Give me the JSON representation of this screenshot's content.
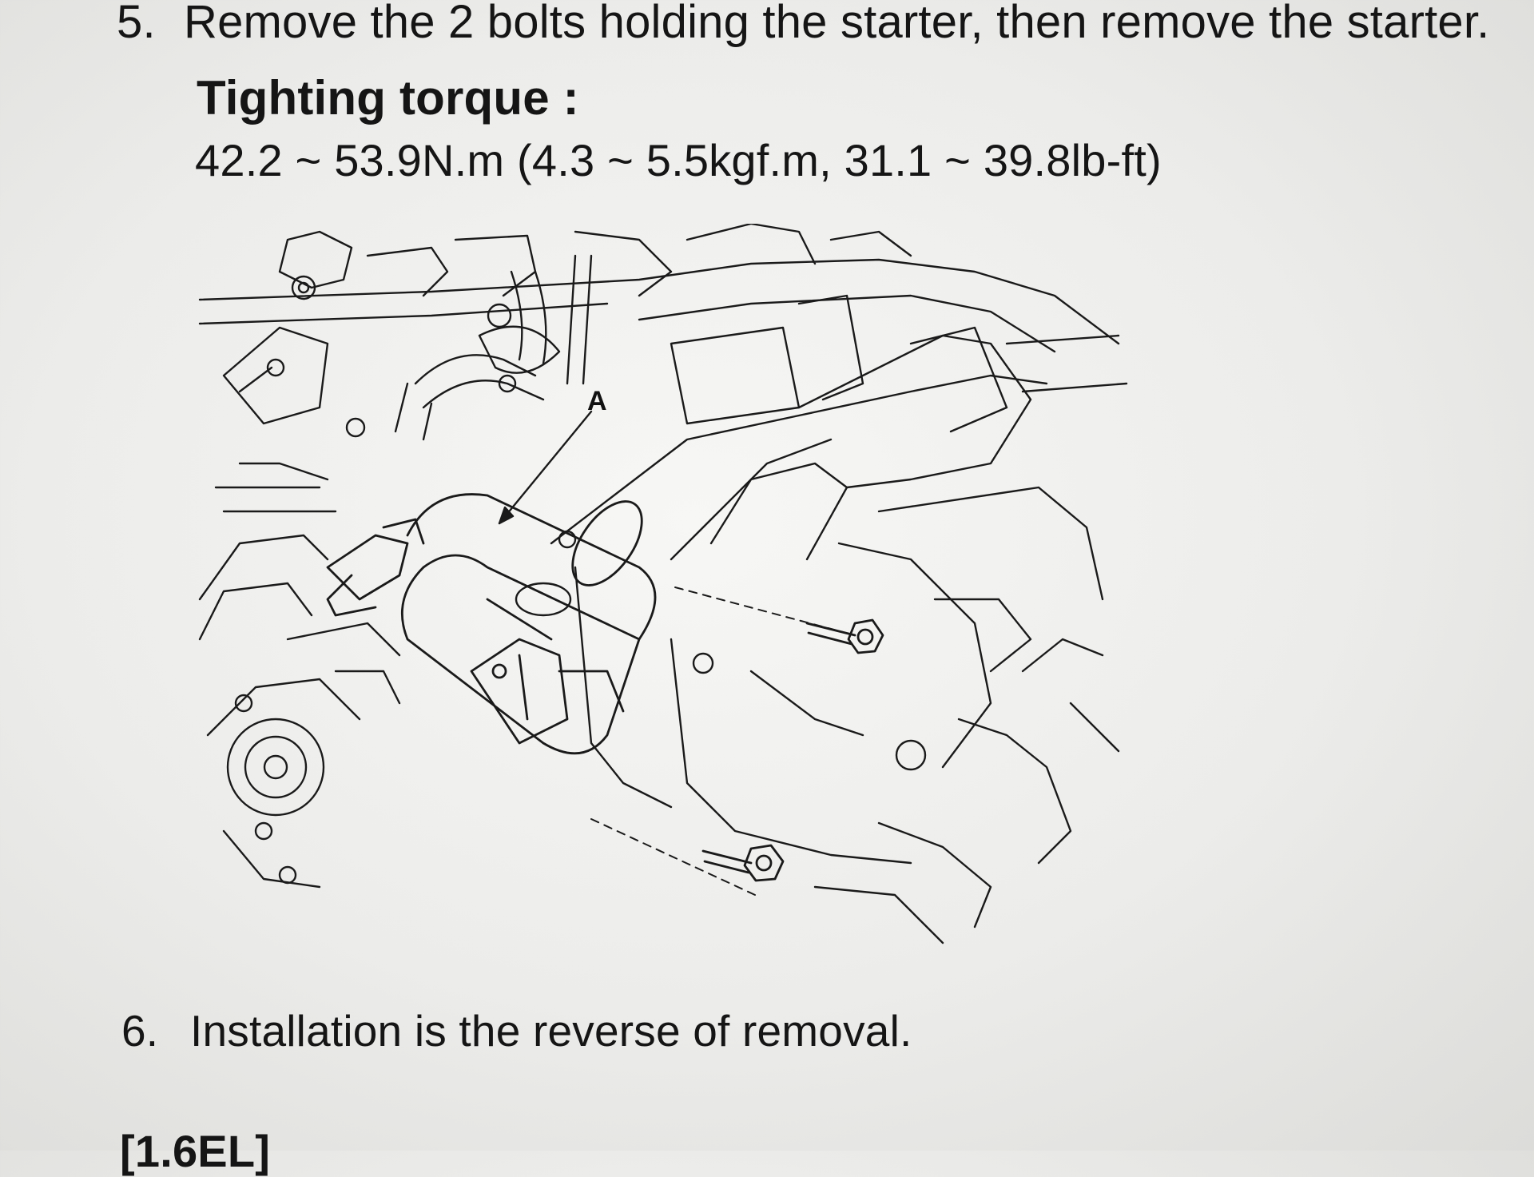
{
  "step5": {
    "number": "5.",
    "text": "Remove the 2 bolts holding the starter, then remove the starter."
  },
  "torque": {
    "label": "Tighting torque :",
    "value": "42.2 ~ 53.9N.m (4.3 ~ 5.5kgf.m, 31.1 ~ 39.8lb-ft)"
  },
  "diagram": {
    "callout": "A"
  },
  "step6": {
    "number": "6.",
    "text": "Installation is the reverse of removal."
  },
  "next_heading": "[1.6EL]"
}
